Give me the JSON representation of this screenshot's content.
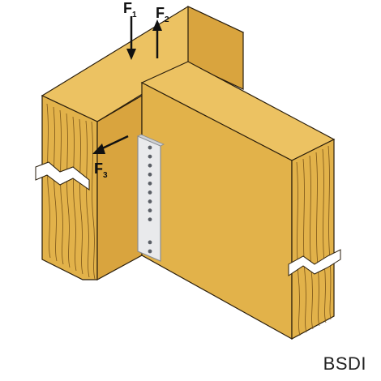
{
  "labels": {
    "f1": {
      "letter": "F",
      "sub": "1"
    },
    "f2": {
      "letter": "F",
      "sub": "2"
    },
    "f3": {
      "letter": "F",
      "sub": "3"
    }
  },
  "product_code": "BSDI",
  "colors": {
    "wood": "#e2b24a",
    "wood_light": "#ecc262",
    "wood_dark": "#c9932c",
    "grain": "#7a5418",
    "outline": "#2a1e0c",
    "plate": "#e9eaec",
    "plate_edge": "#8a8d92",
    "hole": "#5b5f66"
  },
  "icons": [
    "arrow-down-icon",
    "arrow-up-icon",
    "arrow-left-icon"
  ]
}
